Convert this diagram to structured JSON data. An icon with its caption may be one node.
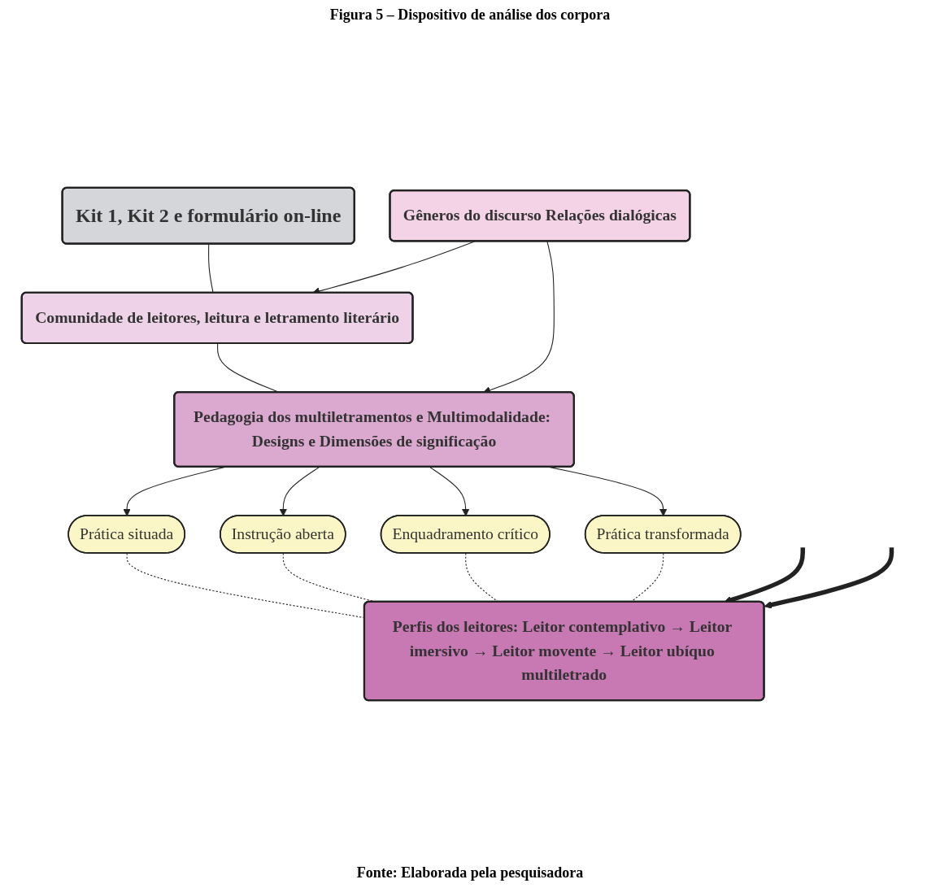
{
  "diagram": {
    "title": "Figura 5 – Dispositivo de análise dos corpora",
    "caption": "Fonte: Elaborada pela pesquisadora",
    "nodes": [
      {
        "text": [
          "Kit 1, Kit 2 e formulário on-line"
        ]
      },
      {
        "text": [
          "Comunidade de leitores, leitura e letramento literário"
        ]
      },
      {
        "text": [
          "Gêneros do discurso Relações dialógicas"
        ]
      },
      {
        "text": [
          "Pedagogia dos multiletramentos e Multimodalidade: Designs e Dimensões de significação"
        ]
      },
      {
        "text": [
          "Prática situada"
        ]
      },
      {
        "text": [
          "Instrução aberta"
        ]
      },
      {
        "text": [
          "Enquadramento crítico"
        ]
      },
      {
        "text": [
          "Prática transformada"
        ]
      },
      {
        "text": [
          "Perfis dos leitores: Leitor contemplativo → Leitor imersivo → Leitor movente → Leitor ubíquo multiletrado"
        ]
      }
    ],
    "edges": [
      {
        "from": 0,
        "to": 1,
        "arrow": "none"
      },
      {
        "from": 1,
        "to": 3,
        "arrow": "none"
      },
      {
        "from": 2,
        "to": 1,
        "arrow": "to"
      },
      {
        "from": 2,
        "to": 3,
        "arrow": "to"
      },
      {
        "from": 3,
        "to": 4,
        "arrow": "to"
      },
      {
        "from": 3,
        "to": 5,
        "arrow": "to"
      },
      {
        "from": 3,
        "to": 6,
        "arrow": "to"
      },
      {
        "from": 3,
        "to": 7,
        "arrow": "to"
      },
      {
        "from": 4,
        "to": 8,
        "arrow": "none",
        "style": "dashed"
      },
      {
        "from": 5,
        "to": 8,
        "arrow": "none",
        "style": "dashed"
      },
      {
        "from": 6,
        "to": 8,
        "arrow": "none",
        "style": "dashed"
      },
      {
        "from": 7,
        "to": 8,
        "arrow": "none",
        "style": "dashed"
      },
      {
        "from": null,
        "to": 8,
        "arrow": "to",
        "style": "thick"
      },
      {
        "from": null,
        "to": 8,
        "arrow": "to",
        "style": "thick"
      }
    ]
  }
}
